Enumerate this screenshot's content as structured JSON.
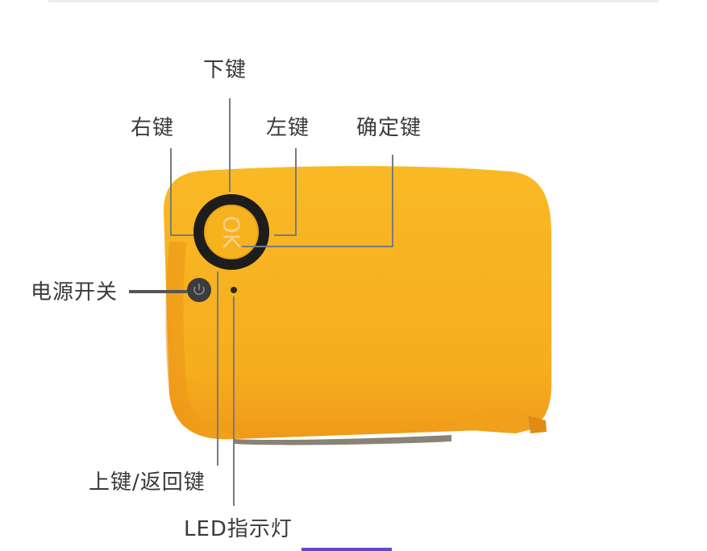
{
  "labels": {
    "down_key": "下键",
    "right_key": "右键",
    "left_key": "左键",
    "ok_key": "确定键",
    "power_switch": "电源开关",
    "up_back_key": "上键/返回键",
    "led_indicator": "LED指示灯"
  },
  "device": {
    "ok_text": "OK",
    "body_color": "#f7b21f",
    "shadow_color": "#e7951a",
    "ring_color": "#1d1d1d",
    "power_icon": "power-icon"
  }
}
